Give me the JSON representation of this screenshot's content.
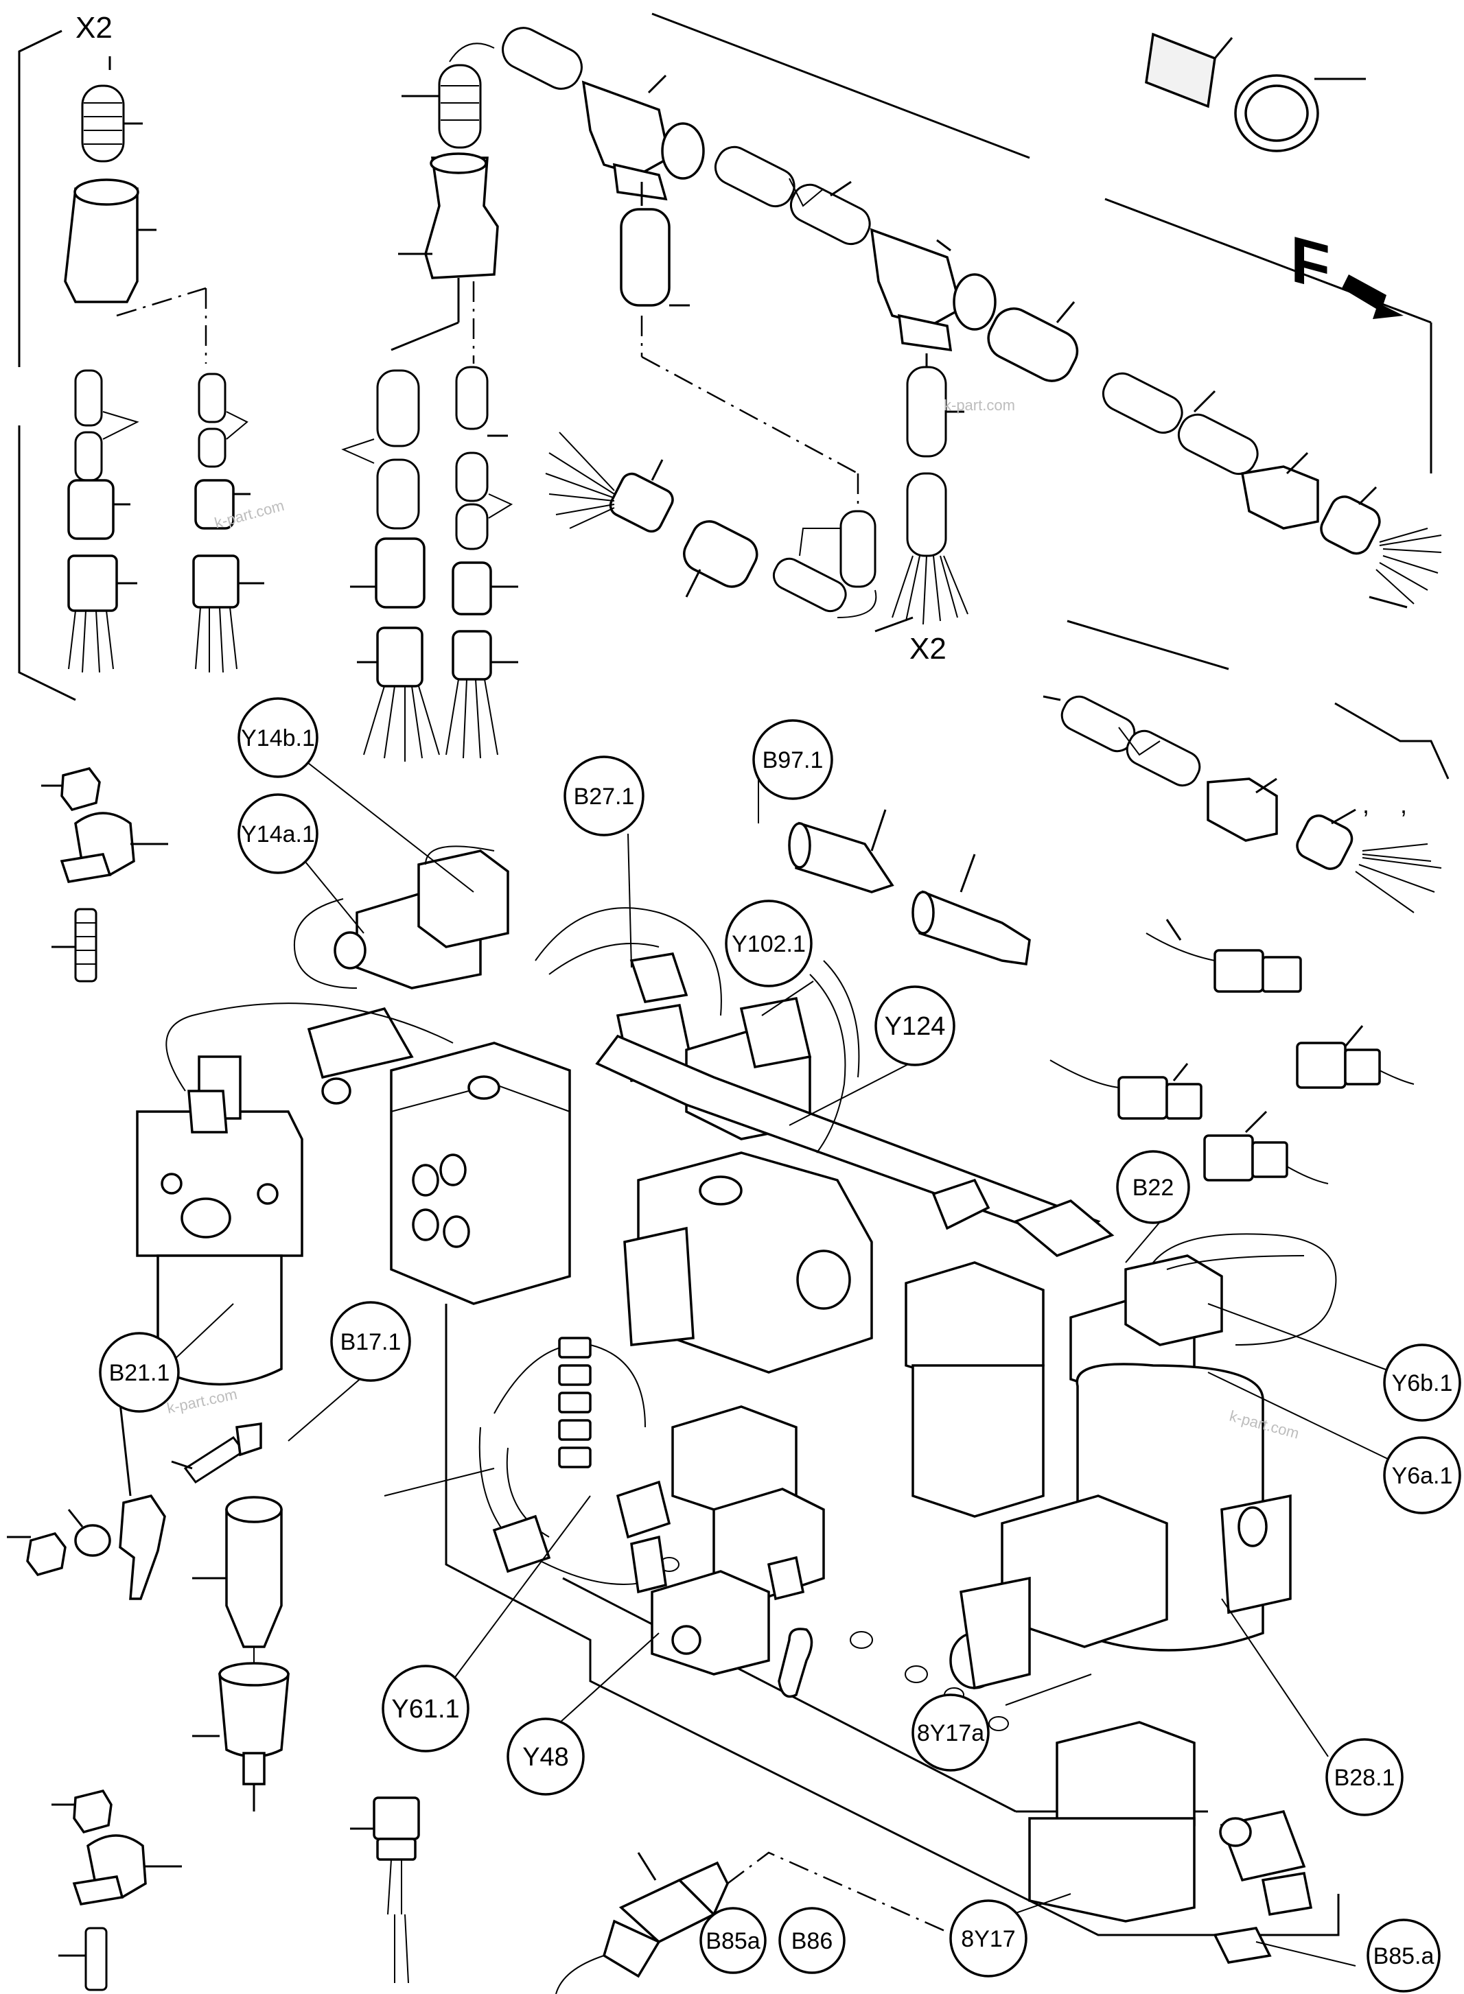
{
  "labels": {
    "x2_top_left": "X2",
    "x2_center": "X2",
    "y14b1": "Y14b.1",
    "y14a1": "Y14a.1",
    "b271": "B27.1",
    "b971": "B97.1",
    "y1021": "Y102.1",
    "y124": "Y124",
    "b22": "B22",
    "b211": "B21.1",
    "b171": "B17.1",
    "y6b1": "Y6b.1",
    "y6a1": "Y6a.1",
    "y611": "Y61.1",
    "y48": "Y48",
    "y8y17a": "8Y17a",
    "b281": "B28.1",
    "y8y17": "8Y17",
    "b85a_left": "B85a",
    "b86": "B86",
    "b85a_right": "B85.a",
    "direction_f": "F"
  },
  "watermarks": [
    "k-part.com",
    "k-part.com",
    "k-part.com",
    "k-part.com"
  ],
  "commas": [
    ",",
    ","
  ]
}
